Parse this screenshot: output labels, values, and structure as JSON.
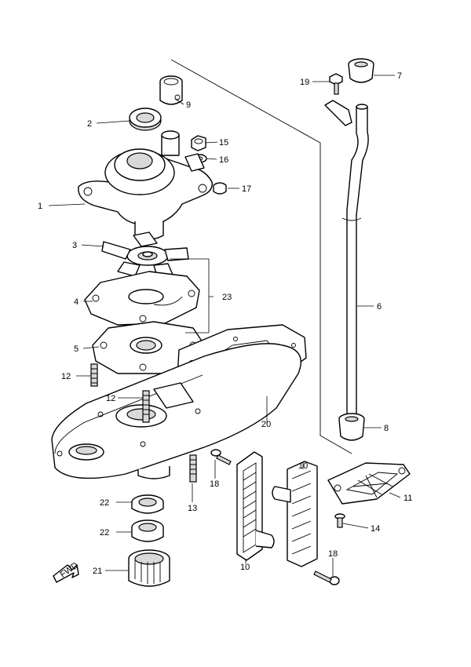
{
  "callouts": {
    "c1": "1",
    "c2": "2",
    "c3": "3",
    "c4": "4",
    "c5": "5",
    "c6": "6",
    "c7": "7",
    "c8": "8",
    "c9": "9",
    "c10a": "10",
    "c10b": "10",
    "c11": "11",
    "c12a": "12",
    "c12b": "12",
    "c13": "13",
    "c14": "14",
    "c15": "15",
    "c16": "16",
    "c17": "17",
    "c18a": "18",
    "c18b": "18",
    "c19": "19",
    "c20": "20",
    "c21": "21",
    "c22a": "22",
    "c22b": "22",
    "c23": "23"
  },
  "fwd_marker": "FWD"
}
